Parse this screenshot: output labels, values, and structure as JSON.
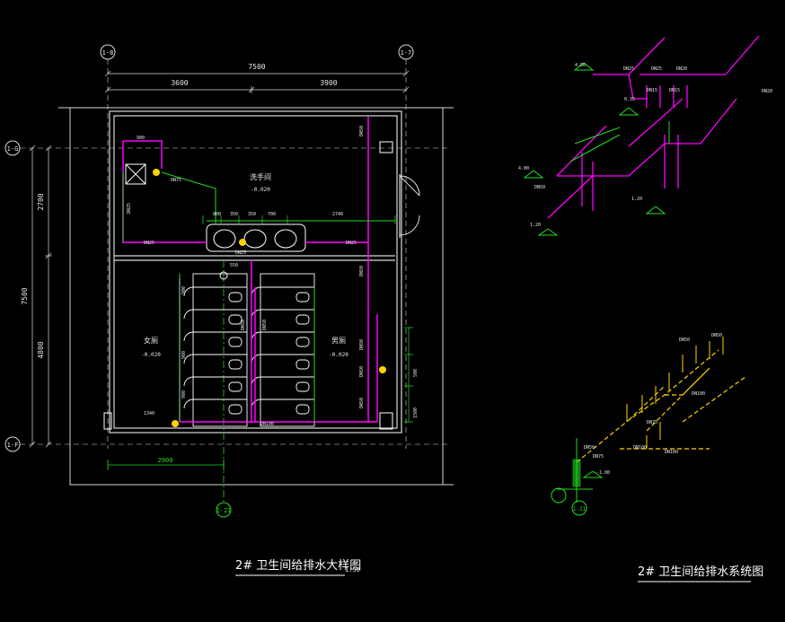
{
  "colors": {
    "background": "#000000",
    "wall": "#d9d9d9",
    "supply_pipe": "#e040e0",
    "drain_pipe": "#ff00ff",
    "dimension": "#22dd22",
    "fixture": "#ffffff",
    "valve": "#ffd200"
  },
  "plan": {
    "title": "2# 卫生间给排水大样图",
    "scale": "1:50",
    "axes": {
      "top_left": "1-8",
      "top_right": "1-7",
      "left_top": "1-G",
      "left_bottom": "1-F",
      "bottom": "1-21"
    },
    "dims_top": {
      "total": "7500",
      "left": "3600",
      "right": "3900"
    },
    "dims_left": {
      "total": "7500",
      "upper": "2700",
      "lower": "4800"
    },
    "dims_bottom": {
      "d1": "2900"
    },
    "rooms": {
      "washroom": {
        "name": "洗手间",
        "level": "-0.020"
      },
      "female": {
        "name": "女厕",
        "level": "-0.020"
      },
      "male": {
        "name": "男厕",
        "level": "-0.020"
      }
    },
    "pipe_labels": [
      "DN75",
      "DN25",
      "DN25",
      "DN25",
      "DN50",
      "DN50",
      "DN50",
      "DN50",
      "DN50",
      "DN50",
      "DN50",
      "DN100",
      "DN25"
    ],
    "small_dims": [
      "900",
      "350",
      "700",
      "350",
      "2740",
      "800",
      "550",
      "1340",
      "900",
      "900",
      "900",
      "500",
      "1500"
    ]
  },
  "system": {
    "title": "2# 卫生间给排水系统图",
    "levels": [
      "4.00",
      "0.35",
      "4.00",
      "1.20",
      "1.20",
      "-1.00"
    ],
    "labels_a": [
      "DN25",
      "DN25",
      "DN20",
      "DN15",
      "DN15",
      "DN50",
      "DN20"
    ],
    "labels_b": [
      "DN50",
      "DN75",
      "DN100",
      "DN100",
      "DN50",
      "DN50",
      "DN75",
      "DN100"
    ],
    "axis": "1-21"
  }
}
